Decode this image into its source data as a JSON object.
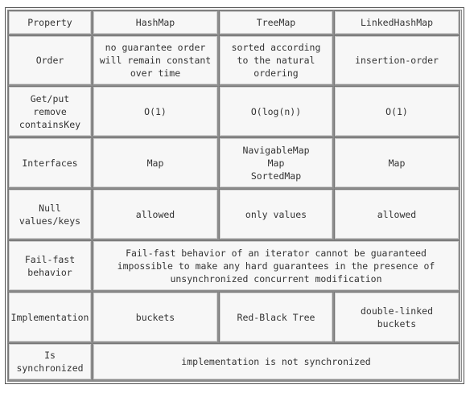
{
  "table": {
    "header": {
      "property": "Property",
      "hashmap": "HashMap",
      "treemap": "TreeMap",
      "linkedhashmap": "LinkedHashMap"
    },
    "order": {
      "label": "Order",
      "hashmap": "no guarantee order\nwill remain constant\nover time",
      "treemap": "sorted according\nto the natural\nordering",
      "linkedhashmap": "insertion-order"
    },
    "getput": {
      "label": "Get/put\nremove\ncontainsKey",
      "hashmap": "O(1)",
      "treemap": "O(log(n))",
      "linkedhashmap": "O(1)"
    },
    "interfaces": {
      "label": "Interfaces",
      "hashmap": "Map",
      "treemap": "NavigableMap\nMap\nSortedMap",
      "linkedhashmap": "Map"
    },
    "null": {
      "label": "Null\nvalues/keys",
      "hashmap": "allowed",
      "treemap": "only values",
      "linkedhashmap": "allowed"
    },
    "failfast": {
      "label": "Fail-fast\nbehavior",
      "value": "Fail-fast behavior of an iterator cannot be guaranteed\nimpossible to make any hard guarantees in the presence of\nunsynchronized concurrent modification"
    },
    "implementation": {
      "label": "Implementation",
      "hashmap": "buckets",
      "treemap": "Red-Black Tree",
      "linkedhashmap": "double-linked\nbuckets"
    },
    "synchronized": {
      "label": "Is\nsynchronized",
      "value": "implementation is not synchronized"
    }
  }
}
